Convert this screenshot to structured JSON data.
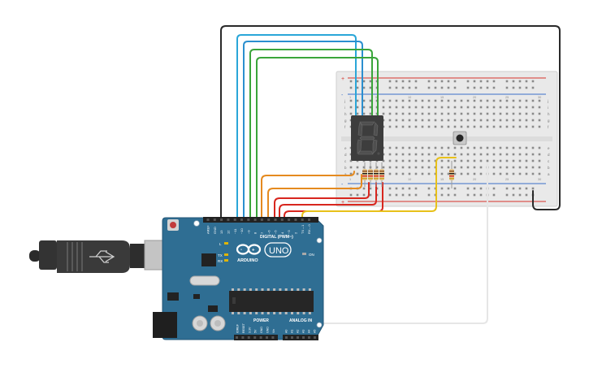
{
  "colors": {
    "board": "#2f6e93",
    "board_edge": "#235677",
    "breadboard": "#e9e9e9",
    "rail_red": "#d6342c",
    "rail_blue": "#3a6fc9",
    "wire_black": "#2a2a2a",
    "wire_cyan": "#2aa6d8",
    "wire_blue": "#2b8fcf",
    "wire_green": "#3aa53a",
    "wire_orange": "#e58a1f",
    "wire_red": "#d8261e",
    "wire_yellow": "#e8c11a",
    "wire_white": "#e6e6e6",
    "display_body": "#3d3d3d",
    "segment_on": "#4f4f4f"
  },
  "arduino": {
    "brand": "ARDUINO",
    "model": "UNO",
    "header_digital": "DIGITAL (PWM~)",
    "header_power": "POWER",
    "header_analog": "ANALOG IN",
    "label_on": "ON",
    "label_l": "L",
    "label_tx": "TX",
    "label_rx": "RX",
    "digital_pins": [
      "AREF",
      "GND",
      "13",
      "12",
      "~11",
      "~10",
      "~9",
      "8",
      "7",
      "~6",
      "~5",
      "4",
      "~3",
      "2",
      "TX→1",
      "RX←0"
    ],
    "power_pins": [
      "IOREF",
      "RESET",
      "3.3V",
      "5V",
      "GND",
      "GND",
      "Vin"
    ],
    "analog_pins": [
      "A0",
      "A1",
      "A2",
      "A3",
      "A4",
      "A5"
    ]
  },
  "breadboard": {
    "row_letters_top": [
      "j",
      "i",
      "h",
      "g",
      "f"
    ],
    "row_letters_bottom": [
      "e",
      "d",
      "c",
      "b",
      "a"
    ],
    "columns": [
      "1",
      "",
      "",
      "",
      "5",
      "",
      "",
      "",
      "",
      "10",
      "",
      "",
      "",
      "",
      "15",
      "",
      "",
      "",
      "",
      "20",
      "",
      "",
      "",
      "",
      "25",
      "",
      "",
      "",
      "",
      "30"
    ]
  },
  "display": {
    "digit": "8"
  }
}
